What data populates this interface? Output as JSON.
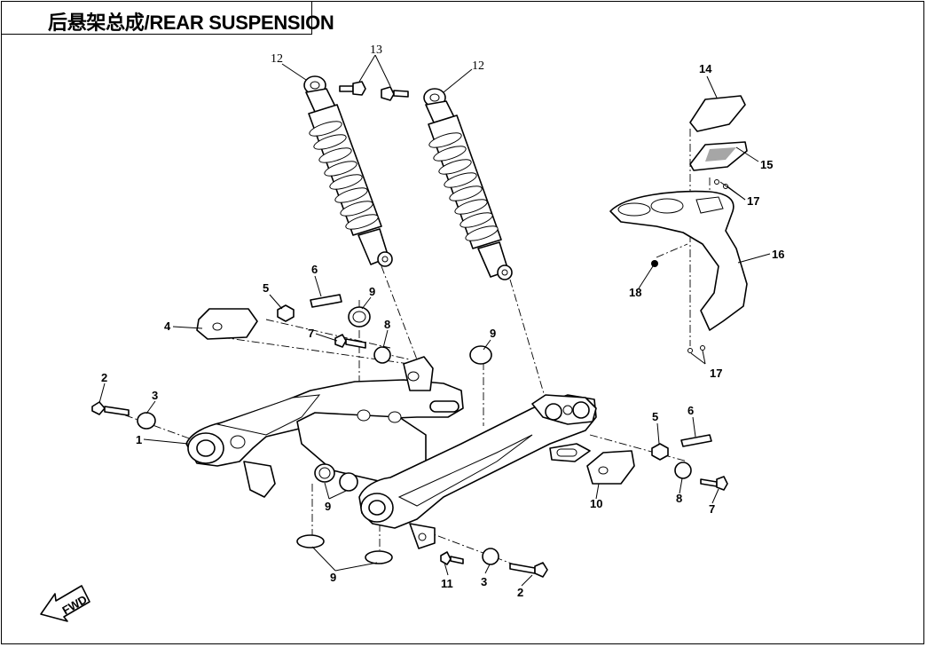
{
  "title": "后悬架总成/REAR SUSPENSION",
  "direction_badge": "FWD",
  "callouts": {
    "c1": "1",
    "c2a": "2",
    "c2b": "2",
    "c3a": "3",
    "c3b": "3",
    "c4": "4",
    "c5a": "5",
    "c5b": "5",
    "c6a": "6",
    "c6b": "6",
    "c7a": "7",
    "c7b": "7",
    "c8a": "8",
    "c8b": "8",
    "c9a": "9",
    "c9b": "9",
    "c9c": "9",
    "c9d": "9",
    "c10": "10",
    "c11": "11",
    "c12a": "12",
    "c12b": "12",
    "c13": "13",
    "c14": "14",
    "c15": "15",
    "c16": "16",
    "c17a": "17",
    "c17b": "17",
    "c18": "18"
  }
}
